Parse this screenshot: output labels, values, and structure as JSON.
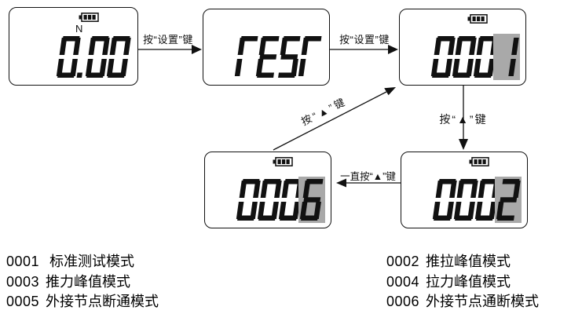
{
  "canvas": {
    "bg": "#ffffff",
    "line_color": "#111111",
    "highlight_color": "#a9a9a9"
  },
  "displays": [
    {
      "id": "home",
      "value": "0.00",
      "unit": "N",
      "battery": true,
      "highlight_last": false
    },
    {
      "id": "test",
      "value": "TEST",
      "battery": false,
      "highlight_last": false
    },
    {
      "id": "m1",
      "value": "0001",
      "battery": true,
      "highlight_last": true
    },
    {
      "id": "m2",
      "value": "0002",
      "battery": true,
      "highlight_last": true
    },
    {
      "id": "m6",
      "value": "0006",
      "battery": true,
      "highlight_last": true
    }
  ],
  "arrows": {
    "set1": {
      "label": "按“设置”键"
    },
    "set2": {
      "label": "按“设置”键"
    },
    "up_v": {
      "label": "按“▲”键"
    },
    "up_d": {
      "label": "按“▲”键"
    },
    "hold": {
      "label": "一直按“▲”键"
    }
  },
  "legend": {
    "left": [
      {
        "code": "0001",
        "label": "标准测试模式"
      },
      {
        "code": "0003",
        "label": "推力峰值模式"
      },
      {
        "code": "0005",
        "label": "外接节点断通模式"
      }
    ],
    "right": [
      {
        "code": "0002",
        "label": "推拉峰值模式"
      },
      {
        "code": "0004",
        "label": "拉力峰值模式"
      },
      {
        "code": "0006",
        "label": "外接节点通断模式"
      }
    ]
  }
}
